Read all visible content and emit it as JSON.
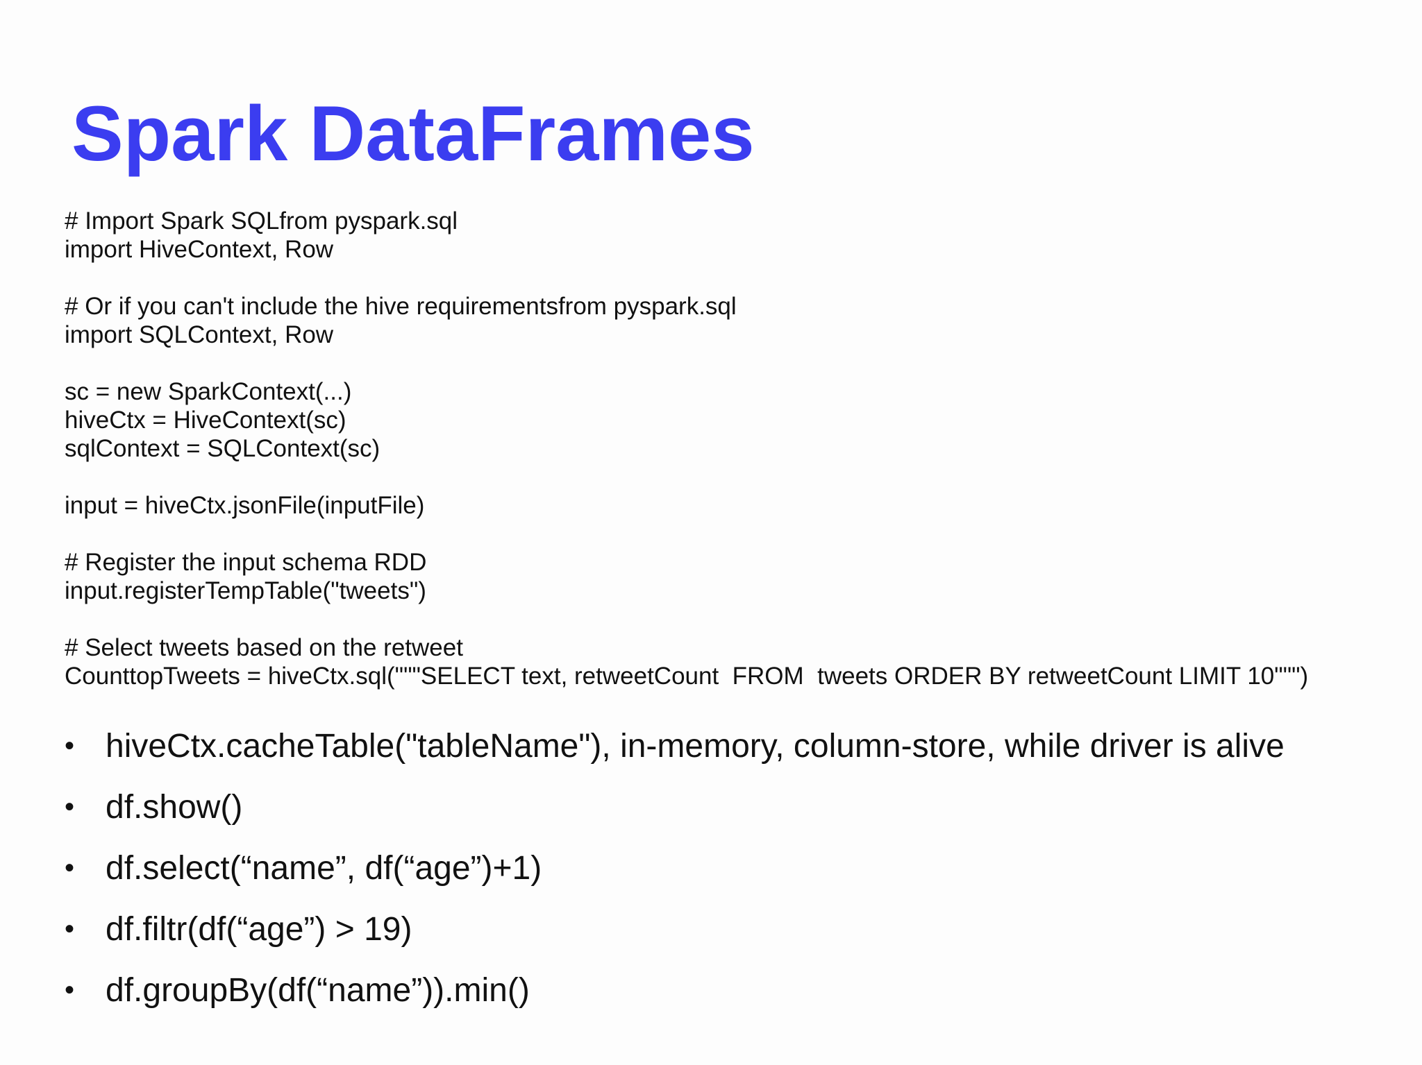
{
  "slide": {
    "title": "Spark DataFrames",
    "code_lines": [
      "# Import Spark SQLfrom pyspark.sql",
      "import HiveContext, Row",
      "# Or if you can't include the hive requirementsfrom pyspark.sql",
      "import SQLContext, Row",
      "sc = new SparkContext(...)",
      "hiveCtx = HiveContext(sc)",
      "sqlContext = SQLContext(sc)",
      "input = hiveCtx.jsonFile(inputFile)",
      "# Register the input schema RDD",
      "input.registerTempTable(\"tweets\")",
      "# Select tweets based on the retweet",
      "CounttopTweets = hiveCtx.sql(\"\"\"SELECT text, retweetCount  FROM  tweets ORDER BY retweetCount LIMIT 10\"\"\")"
    ],
    "bullet_symbol": "•",
    "bullets": [
      "hiveCtx.cacheTable(\"tableName\"), in-memory, column-store, while driver is alive",
      "df.show()",
      "df.select(“name”, df(“age”)+1)",
      "df.filtr(df(“age”) > 19)",
      "df.groupBy(df(“name”)).min()"
    ],
    "colors": {
      "title": "#3b3df0",
      "text": "#111111",
      "background": "#fdfdfd"
    }
  }
}
